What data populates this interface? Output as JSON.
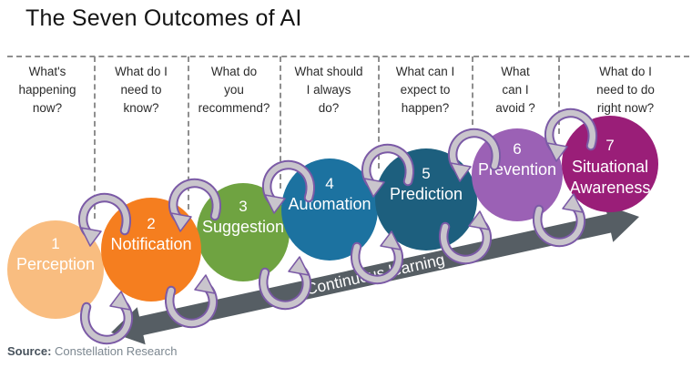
{
  "title": "The Seven Outcomes of AI",
  "columns": [
    {
      "lines": [
        "What's",
        "happening",
        "now?"
      ]
    },
    {
      "lines": [
        "What do I",
        "need to",
        "know?"
      ]
    },
    {
      "lines": [
        "What do",
        "you",
        "recommend?"
      ]
    },
    {
      "lines": [
        "What should",
        "I always",
        "do?"
      ]
    },
    {
      "lines": [
        "What can I",
        "expect to",
        "happen?"
      ]
    },
    {
      "lines": [
        "What",
        "can I",
        "avoid ?"
      ]
    },
    {
      "lines": [
        "What do I",
        "need to do",
        "right now?"
      ]
    }
  ],
  "circles": [
    {
      "number": "1",
      "label_lines": [
        "Perception"
      ],
      "color": "#F9BD80"
    },
    {
      "number": "2",
      "label_lines": [
        "Notification"
      ],
      "color": "#F57E1F"
    },
    {
      "number": "3",
      "label_lines": [
        "Suggestion"
      ],
      "color": "#6FA341"
    },
    {
      "number": "4",
      "label_lines": [
        "Automation"
      ],
      "color": "#1C72A0"
    },
    {
      "number": "5",
      "label_lines": [
        "Prediction"
      ],
      "color": "#1D5F7E"
    },
    {
      "number": "6",
      "label_lines": [
        "Prevention"
      ],
      "color": "#9B61B5"
    },
    {
      "number": "7",
      "label_lines": [
        "Situational",
        "Awareness"
      ],
      "color": "#9A1E78"
    }
  ],
  "arrow": {
    "label": "Continuous learning",
    "color": "#565E64"
  },
  "source": {
    "label": "Source:",
    "text": "Constellation Research"
  },
  "colors": {
    "background": "#FFFFFF",
    "title_text": "#141414",
    "question_text": "#2B2B2B",
    "dashed_line": "#8F8F8F",
    "swirl_fill": "#C9C5CC",
    "swirl_outline": "#7B5AA6",
    "source_label": "#47525C",
    "source_text": "#7C8790"
  }
}
